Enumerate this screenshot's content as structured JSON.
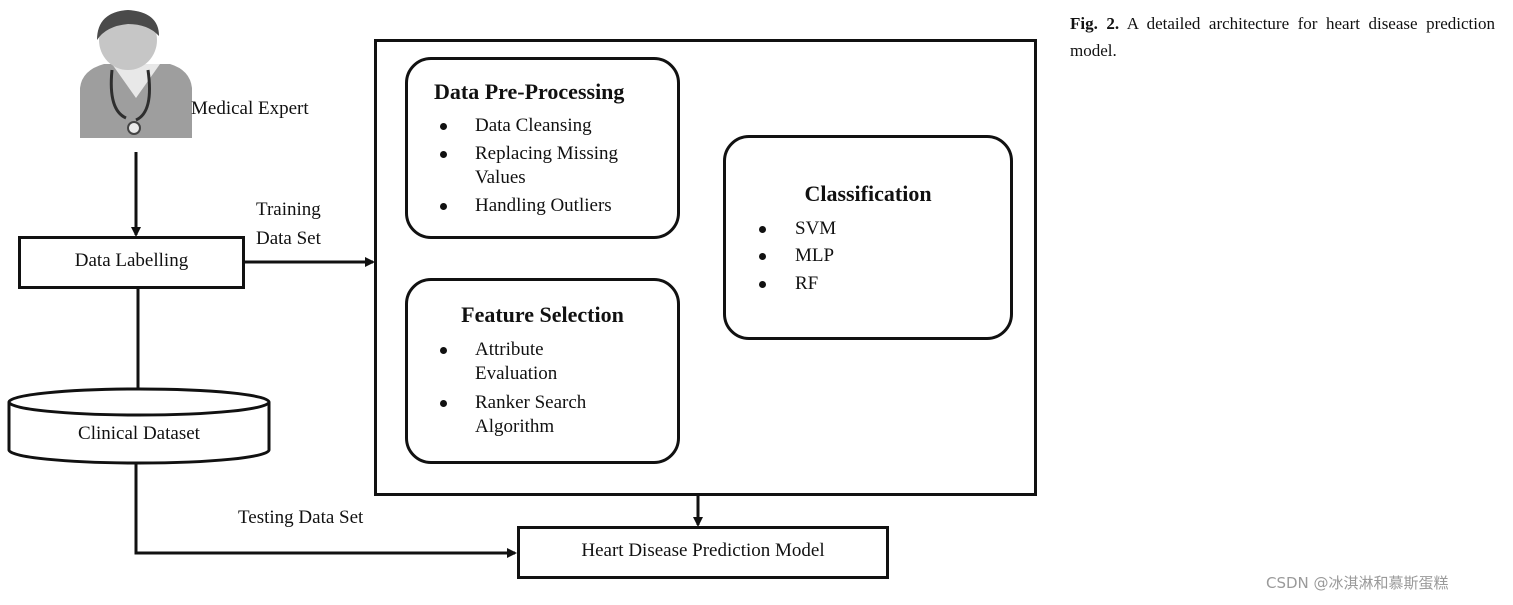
{
  "actor": {
    "label": "Medical Expert"
  },
  "nodes": {
    "data_labelling": "Data Labelling",
    "clinical_dataset": "Clinical Dataset",
    "prediction_model": "Heart Disease Prediction Model"
  },
  "edge_labels": {
    "training_line1": "Training",
    "training_line2": "Data Set",
    "testing": "Testing Data Set"
  },
  "preprocessing": {
    "title": "Data Pre-Processing",
    "items": [
      "Data Cleansing",
      "Replacing Missing",
      "Values",
      "Handling Outliers"
    ]
  },
  "feature_selection": {
    "title": "Feature Selection",
    "items": [
      "Attribute",
      "Evaluation",
      "Ranker Search",
      "Algorithm"
    ]
  },
  "classification": {
    "title": "Classification",
    "items": [
      "SVM",
      "MLP",
      "RF"
    ]
  },
  "caption": {
    "label": "Fig. 2.",
    "text": "A detailed architecture for heart disease prediction model."
  },
  "watermark": "CSDN @冰淇淋和慕斯蛋糕"
}
